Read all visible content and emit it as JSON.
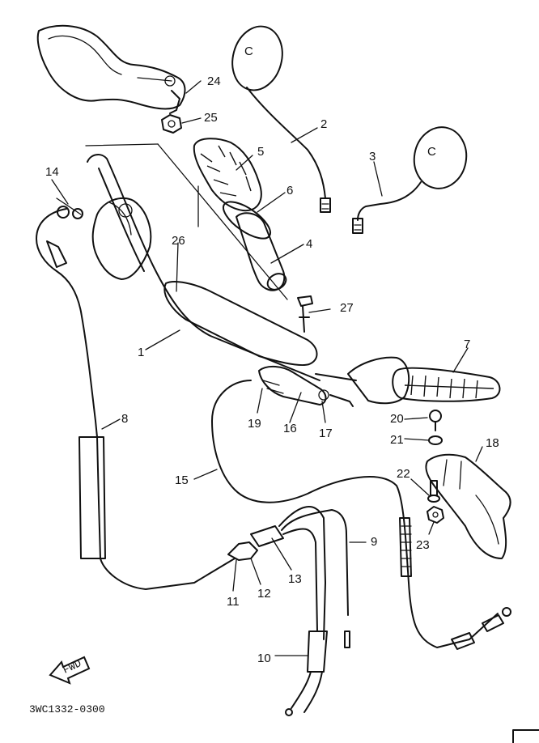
{
  "diagram": {
    "labels": [
      "1",
      "2",
      "3",
      "4",
      "5",
      "6",
      "7",
      "8",
      "9",
      "10",
      "11",
      "12",
      "13",
      "14",
      "15",
      "16",
      "17",
      "18",
      "19",
      "20",
      "21",
      "22",
      "23",
      "24",
      "25",
      "26",
      "27"
    ],
    "part_code": "3WC1332-0300",
    "fwd_label": "FWD",
    "mirror_letter": "C"
  }
}
